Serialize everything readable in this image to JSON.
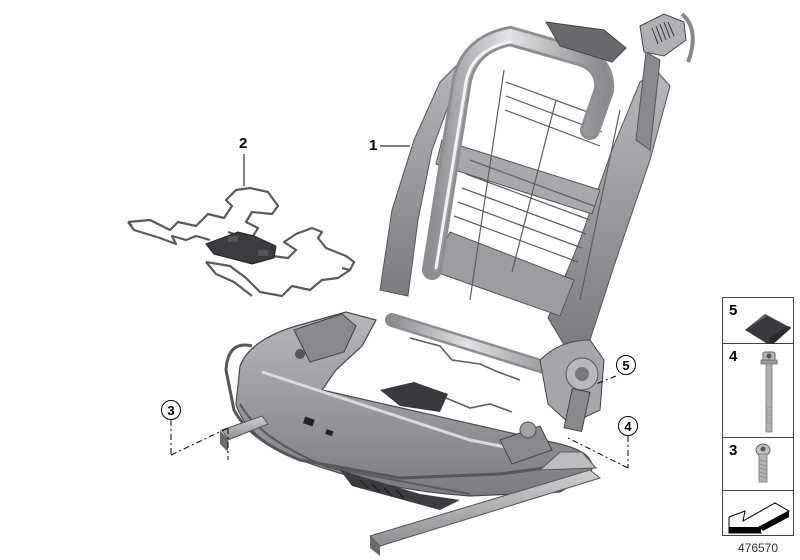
{
  "diagram": {
    "type": "parts-exploded-view",
    "subject": "seat frame",
    "id_label": "476570",
    "colors": {
      "frame_light": "#c9c9cc",
      "frame_mid": "#9a9a9e",
      "frame_dark": "#5f5f63",
      "wire": "#6d6d72",
      "outline": "#3a3a3d",
      "callout": "#000000",
      "background": "#ffffff"
    }
  },
  "callouts": [
    {
      "number": "1",
      "style": "plain",
      "target": "seat backrest/base frame"
    },
    {
      "number": "2",
      "style": "plain",
      "target": "seat spring mat"
    },
    {
      "number": "3",
      "style": "circled",
      "target": "front rail screw"
    },
    {
      "number": "4",
      "style": "circled",
      "target": "rear rail bolt"
    },
    {
      "number": "5",
      "style": "circled",
      "target": "motor pad"
    }
  ],
  "legend": {
    "items": [
      {
        "number": "5",
        "part": "rubber-pad-icon"
      },
      {
        "number": "4",
        "part": "long-bolt-icon"
      },
      {
        "number": "3",
        "part": "short-screw-icon"
      },
      {
        "number": "",
        "part": "arrow-icon"
      }
    ]
  }
}
